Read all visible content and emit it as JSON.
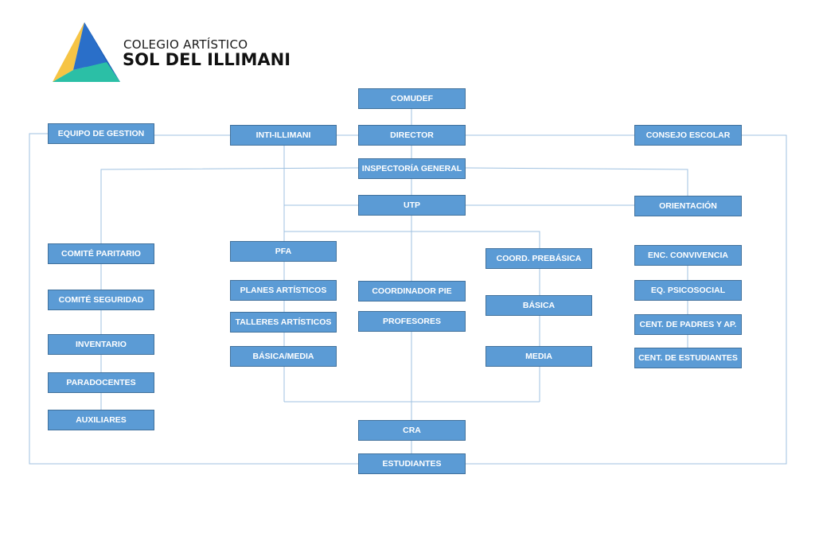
{
  "logo": {
    "line1": "COLEGIO ARTÍSTICO",
    "line2": "SOL DEL ILLIMANI",
    "colors": {
      "blue": "#1f5fb8",
      "yellow": "#f6c445",
      "teal": "#2bbfa6"
    }
  },
  "colors": {
    "box_fill": "#5b9bd5",
    "box_border": "#41719c",
    "connector": "#9fc1e0"
  },
  "nodes": {
    "comudef": "COMUDEF",
    "director": "DIRECTOR",
    "equipo_gestion": "EQUIPO DE GESTION",
    "inti_illimani": "INTI-ILLIMANI",
    "consejo_escolar": "CONSEJO ESCOLAR",
    "inspectoria": "INSPECTORÍA GENERAL",
    "utp": "UTP",
    "orientacion": "ORIENTACIÓN",
    "comite_paritario": "COMITÉ PARITARIO",
    "comite_seguridad": "COMITÉ  SEGURIDAD",
    "inventario": "INVENTARIO",
    "paradocentes": "PARADOCENTES",
    "auxiliares": "AUXILIARES",
    "pfa": "PFA",
    "planes_artisticos": "PLANES ARTÍSTICOS",
    "talleres_artisticos": "TALLERES ARTÍSTICOS",
    "basica_media": "BÁSICA/MEDIA",
    "coordinador_pie": "COORDINADOR PIE",
    "profesores": "PROFESORES",
    "coord_prebasica": "COORD. PREBÁSICA",
    "basica": "BÁSICA",
    "media": "MEDIA",
    "enc_convivencia": "ENC. CONVIVENCIA",
    "eq_psicosocial": "EQ. PSICOSOCIAL",
    "cent_padres": "CENT. DE PADRES Y AP.",
    "cent_estudiantes": "CENT. DE ESTUDIANTES",
    "cra": "CRA",
    "estudiantes": "ESTUDIANTES"
  }
}
